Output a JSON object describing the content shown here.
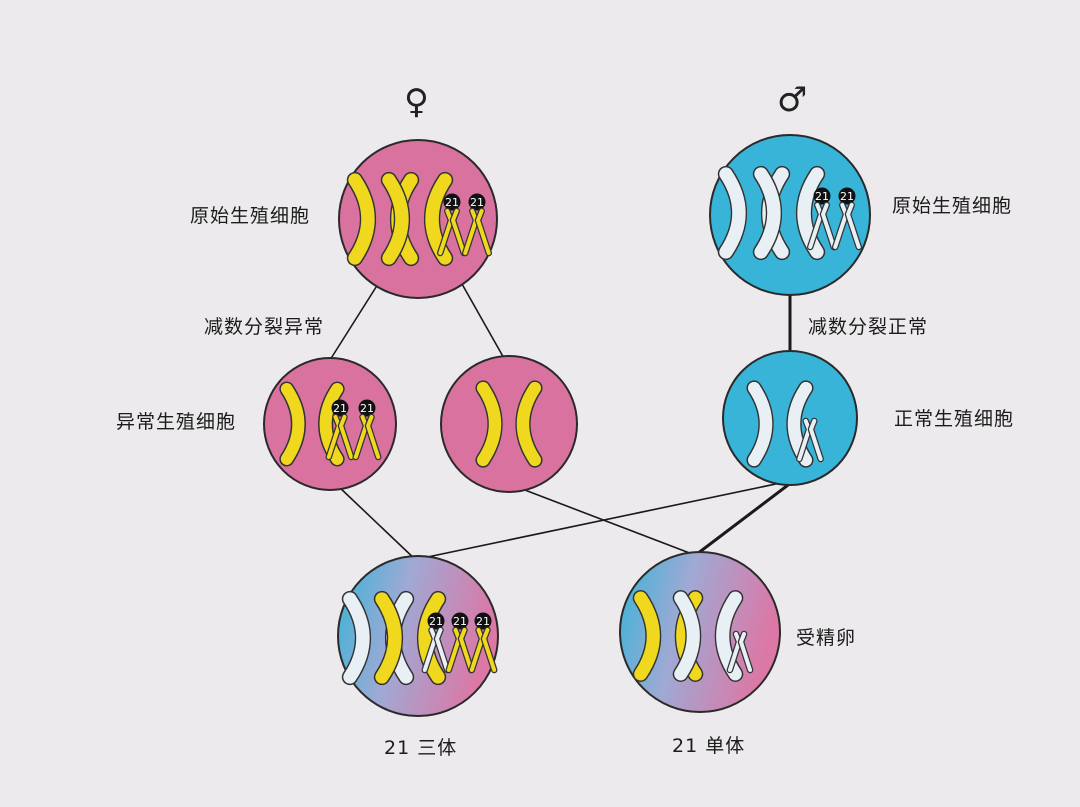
{
  "symbols": {
    "female": "♀",
    "male": "♂"
  },
  "labels": {
    "female_original_cell": "原始生殖细胞",
    "male_original_cell": "原始生殖细胞",
    "female_meiosis": "减数分裂异常",
    "male_meiosis": "减数分裂正常",
    "abnormal_gamete": "异常生殖细胞",
    "normal_gamete": "正常生殖细胞",
    "fertilized_egg": "受精卵",
    "trisomy": "21 三体",
    "monosomy": "21 单体"
  },
  "chromosome_tag": "21",
  "colors": {
    "female_cell": "#d9729f",
    "male_cell": "#38b4d8",
    "x_chromosome": "#f0d81e",
    "y_chromosome": "#e8f0f6",
    "chr21_female": "#f0d81e",
    "chr21_male": "#e8f0f6",
    "tag": "#111111",
    "line": "#1a1a1a",
    "background": "#eceaec"
  }
}
